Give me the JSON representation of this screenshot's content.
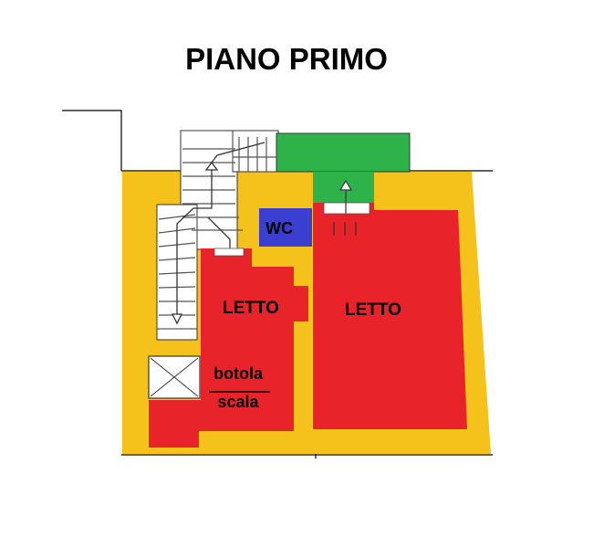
{
  "plan": {
    "title": "PIANO PRIMO",
    "rooms": {
      "wc": "WC",
      "bedroom_left": "LETTO",
      "bedroom_right": "LETTO"
    },
    "hatch": {
      "line1": "botola",
      "line2": "scala"
    },
    "colors": {
      "walls": "#f5c21b",
      "bedroom": "#e8232a",
      "wc": "#3b3fd1",
      "balcony": "#2eb34a",
      "stairs": "#ffffff",
      "background": "#ffffff"
    },
    "icons": [
      "stair-arrow-icon",
      "door-arrow-icon",
      "hatch-cross-icon"
    ]
  }
}
